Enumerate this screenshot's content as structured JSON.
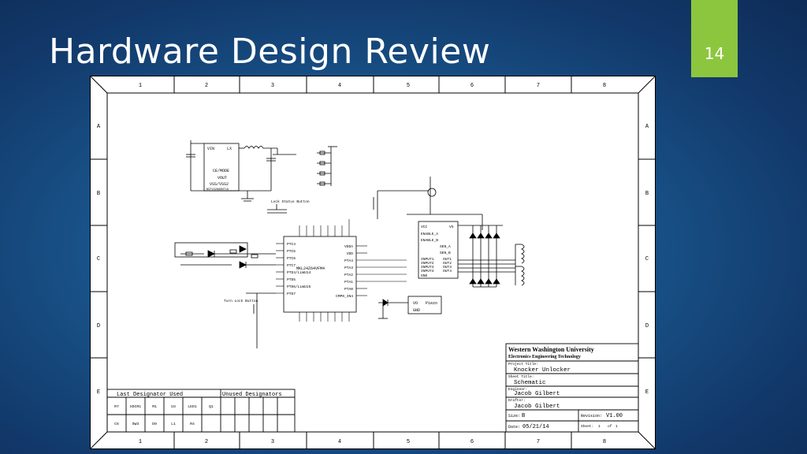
{
  "slide": {
    "title": "Hardware Design Review",
    "page_number": "14",
    "accent": "#8cc63e"
  },
  "border": {
    "columns": [
      "1",
      "2",
      "3",
      "4",
      "5",
      "6",
      "7",
      "8"
    ],
    "rows": [
      "A",
      "B",
      "C",
      "D",
      "E"
    ]
  },
  "schematic": {
    "regulator": {
      "label": "NCP1529ASNT1G",
      "pins": [
        "VIN",
        "LX",
        "CE/MODE",
        "VOUT",
        "VSS/VSS2"
      ]
    },
    "mcu": {
      "part": "MKL24Z64VFM4",
      "left_pins": [
        "PTC4",
        "PTC5",
        "PTC6",
        "PTC7",
        "PTD4/LLWU14",
        "PTD5",
        "PTD6/LLWU15",
        "PTD7"
      ],
      "right_pins": [
        "VDDA",
        "VDD",
        "PTA4",
        "PTA3",
        "PTA2",
        "PTA1",
        "PTA0",
        "CMP0_IN4"
      ]
    },
    "driver": {
      "pins": [
        "VCC",
        "VS",
        "ENABLE_A",
        "ENABLE_B",
        "SEN_A",
        "SEN_B",
        "INPUT1",
        "INPUT2",
        "INPUT3",
        "INPUT4",
        "OUT1",
        "OUT2",
        "OUT3",
        "OUT4",
        "GND"
      ]
    },
    "piezo": {
      "label": "Piezo",
      "pins": [
        "VO",
        "GND"
      ]
    },
    "lock_status_button": "Lock Status Button",
    "turn_lock_button": "Turn Lock Button"
  },
  "title_block": {
    "university": "Western Washington University",
    "department": "Electronics Engineering Technology",
    "project_label": "Project Title:",
    "project": "Knocker Unlocker",
    "sheet_title_label": "Sheet Title:",
    "sheet_title": "Schematic",
    "engineer_label": "Engineer:",
    "engineer": "Jacob Gilbert",
    "drafter_label": "Drafter:",
    "drafter": "Jacob Gilbert",
    "size_label": "Size:",
    "size": "B",
    "revision_label": "Revision:",
    "revision": "V1.00",
    "date_label": "Date:",
    "date": "05/21/14",
    "sheet_label": "Sheet:",
    "sheet": "1",
    "of_label": "of",
    "of": "1"
  },
  "designators": {
    "last_header": "Last Designator Used",
    "unused_header": "Unused Designators",
    "row1": [
      "R7",
      "XDCR1",
      "M1",
      "U3",
      "LED1",
      "Q1"
    ],
    "row2": [
      "C6",
      "SW3",
      "D9",
      "L1",
      "R4",
      ""
    ]
  }
}
